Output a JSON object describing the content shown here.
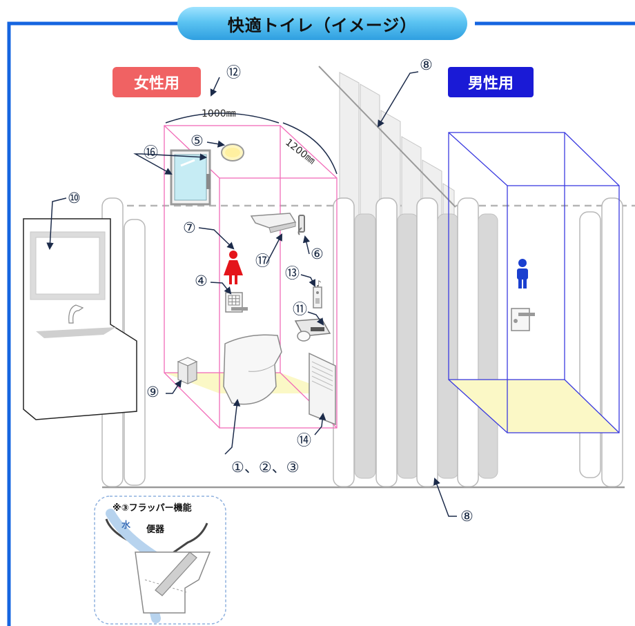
{
  "title": "快適トイレ（イメージ）",
  "badges": {
    "female": "女性用",
    "male": "男性用"
  },
  "dimensions": {
    "width": "1000㎜",
    "depth": "1200㎜"
  },
  "labels": {
    "n1_3": "①、②、③",
    "n4": "④",
    "n5": "⑤",
    "n6": "⑥",
    "n7": "⑦",
    "n8": "⑧",
    "n9": "⑨",
    "n10": "⑩",
    "n11": "⑪",
    "n12": "⑫",
    "n13": "⑬",
    "n14": "⑭",
    "n16": "⑯",
    "n17": "⑰"
  },
  "inset": {
    "title": "※③フラッパー機能",
    "water": "水",
    "toilet": "便器"
  },
  "colors": {
    "frame": "#1565e0",
    "female_box": "#f26bb8",
    "male_box": "#3a3ae0",
    "floor": "#fbf8c6",
    "female_badge": "#f06263",
    "male_badge": "#1a1ad6",
    "water": "#b7d3ee",
    "female_figure": "#e4151b",
    "male_figure": "#1a3fcf"
  }
}
